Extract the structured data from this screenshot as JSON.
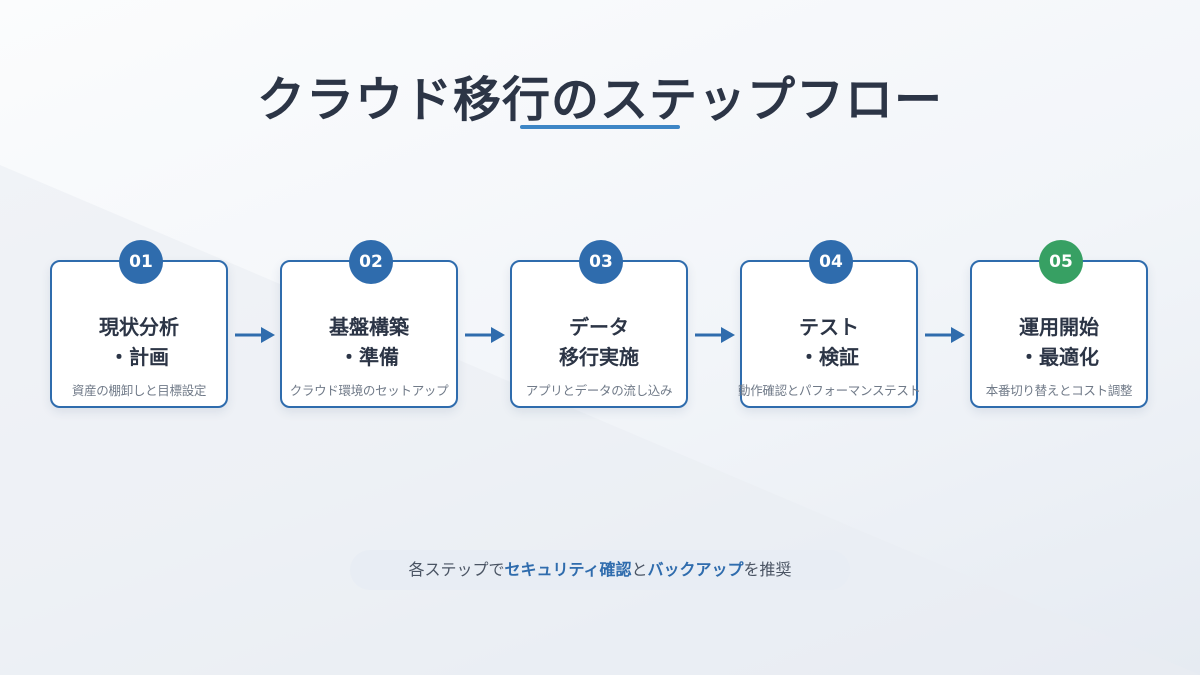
{
  "title": "クラウド移行のステップフロー",
  "colors": {
    "primary": "#2f6cad",
    "final_step": "#37a063",
    "title_text": "#2c3546",
    "underline": "#3d86c6"
  },
  "steps": [
    {
      "number": "01",
      "title_line1": "現状分析",
      "title_line2": "・計画",
      "description": "資産の棚卸しと目標設定"
    },
    {
      "number": "02",
      "title_line1": "基盤構築",
      "title_line2": "・準備",
      "description": "クラウド環境のセットアップ"
    },
    {
      "number": "03",
      "title_line1": "データ",
      "title_line2": "移行実施",
      "description": "アプリとデータの流し込み"
    },
    {
      "number": "04",
      "title_line1": "テスト",
      "title_line2": "・検証",
      "description": "動作確認とパフォーマンステスト"
    },
    {
      "number": "05",
      "title_line1": "運用開始",
      "title_line2": "・最適化",
      "description": "本番切り替えとコスト調整"
    }
  ],
  "note": {
    "prefix": "各ステップで",
    "highlight1": "セキュリティ確認",
    "middle": "と",
    "highlight2": "バックアップ",
    "suffix": "を推奨"
  }
}
